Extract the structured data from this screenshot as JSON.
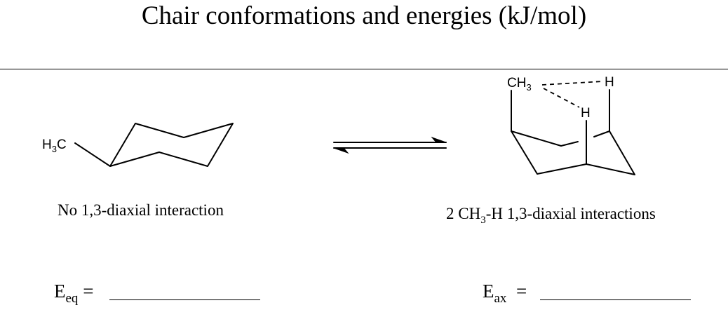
{
  "title": "Chair conformations and energies (kJ/mol)",
  "left": {
    "substituent_label": "H3C",
    "caption": "No 1,3-diaxial interaction",
    "energy_label": "E",
    "energy_subscript": "eq",
    "energy_equals": "="
  },
  "right": {
    "substituent_label": "CH3",
    "hydrogen_top": "H",
    "hydrogen_inner": "H",
    "caption_prefix": "2 CH",
    "caption_subscript": "3",
    "caption_suffix": "-H 1,3-diaxial interactions",
    "energy_label": "E",
    "energy_subscript": "ax",
    "energy_equals": "="
  },
  "equilibrium_symbol": "equilibrium-arrows"
}
